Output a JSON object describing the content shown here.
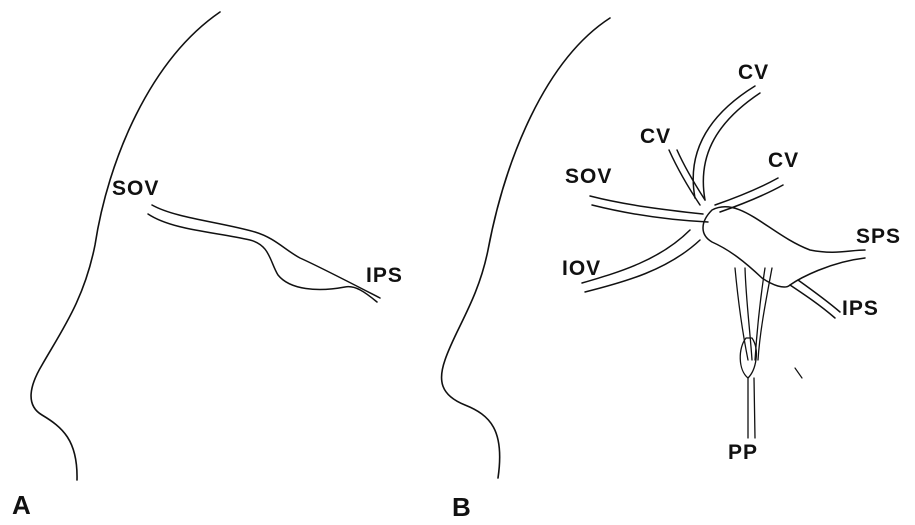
{
  "panels": [
    {
      "letter": "A",
      "labels": {
        "sov": "SOV",
        "ips": "IPS"
      }
    },
    {
      "letter": "B",
      "labels": {
        "cv_top": "CV",
        "cv_left": "CV",
        "cv_right": "CV",
        "sov": "SOV",
        "sps": "SPS",
        "iov": "IOV",
        "ips": "IPS",
        "pp": "PP"
      }
    }
  ],
  "colors": {
    "ink": "#111111",
    "background": "#ffffff"
  }
}
